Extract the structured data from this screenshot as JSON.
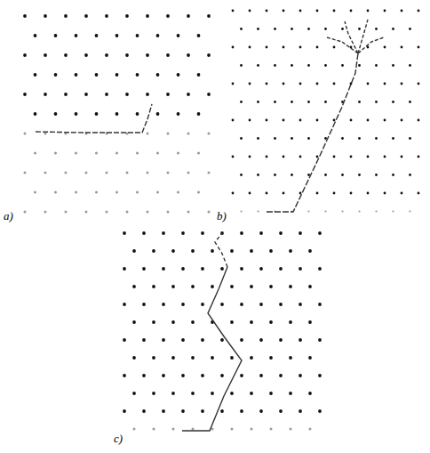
{
  "diagram": {
    "labels": [
      "a)",
      "b)",
      "c)"
    ]
  }
}
